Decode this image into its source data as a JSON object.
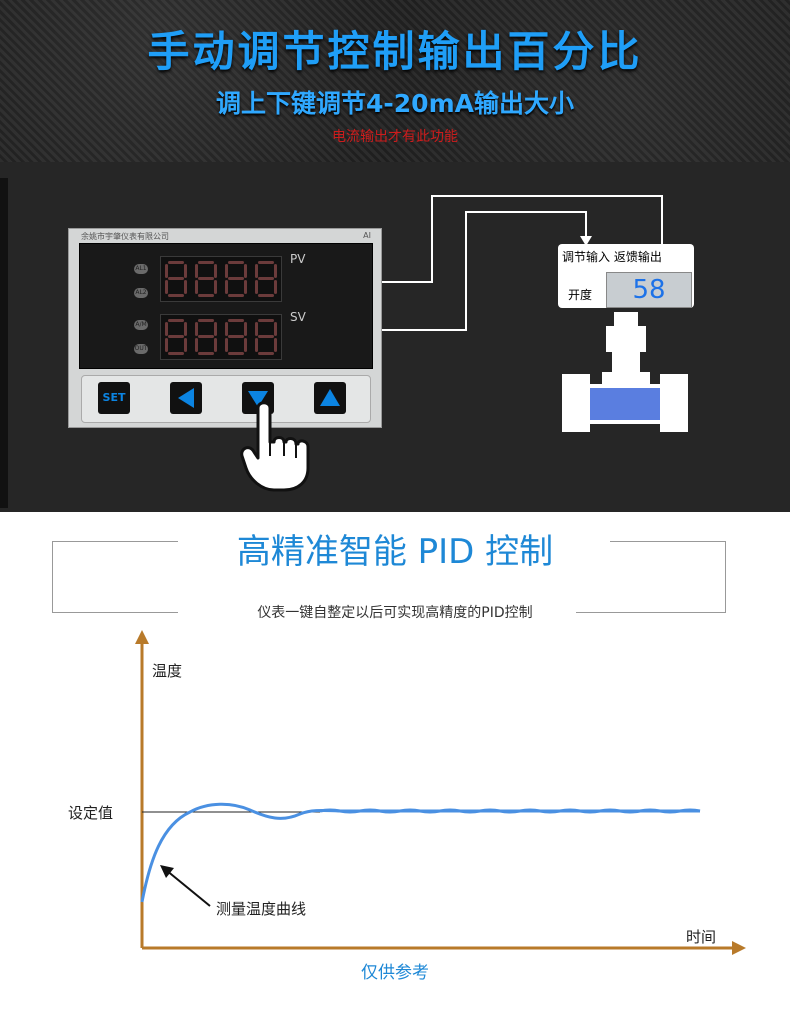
{
  "banner": {
    "title": "手动调节控制输出百分比",
    "subtitle": "调上下键调节4-20mA输出大小",
    "note": "电流输出才有此功能"
  },
  "controller": {
    "company": "余姚市宇肇仪表有限公司",
    "model": "AI",
    "pv_label": "PV",
    "sv_label": "SV",
    "indicators": [
      "AL1",
      "AL2",
      "A/M",
      "OUT"
    ],
    "set_label": "SET",
    "icons": [
      "left-arrow-icon",
      "down-arrow-icon",
      "up-arrow-icon"
    ]
  },
  "valve": {
    "label_top": "调节输入 返馈输出",
    "opening_label": "开度",
    "opening_value": "58"
  },
  "pid": {
    "title": "高精准智能 PID 控制",
    "subtitle": "仪表一键自整定以后可实现高精度的PID控制"
  },
  "graph": {
    "y_label": "温度",
    "setpoint_label": "设定值",
    "curve_label": "测量温度曲线",
    "x_label": "时间",
    "footnote": "仅供参考",
    "axis_color": "#b87a2a",
    "curve_color": "#4a90e2"
  }
}
